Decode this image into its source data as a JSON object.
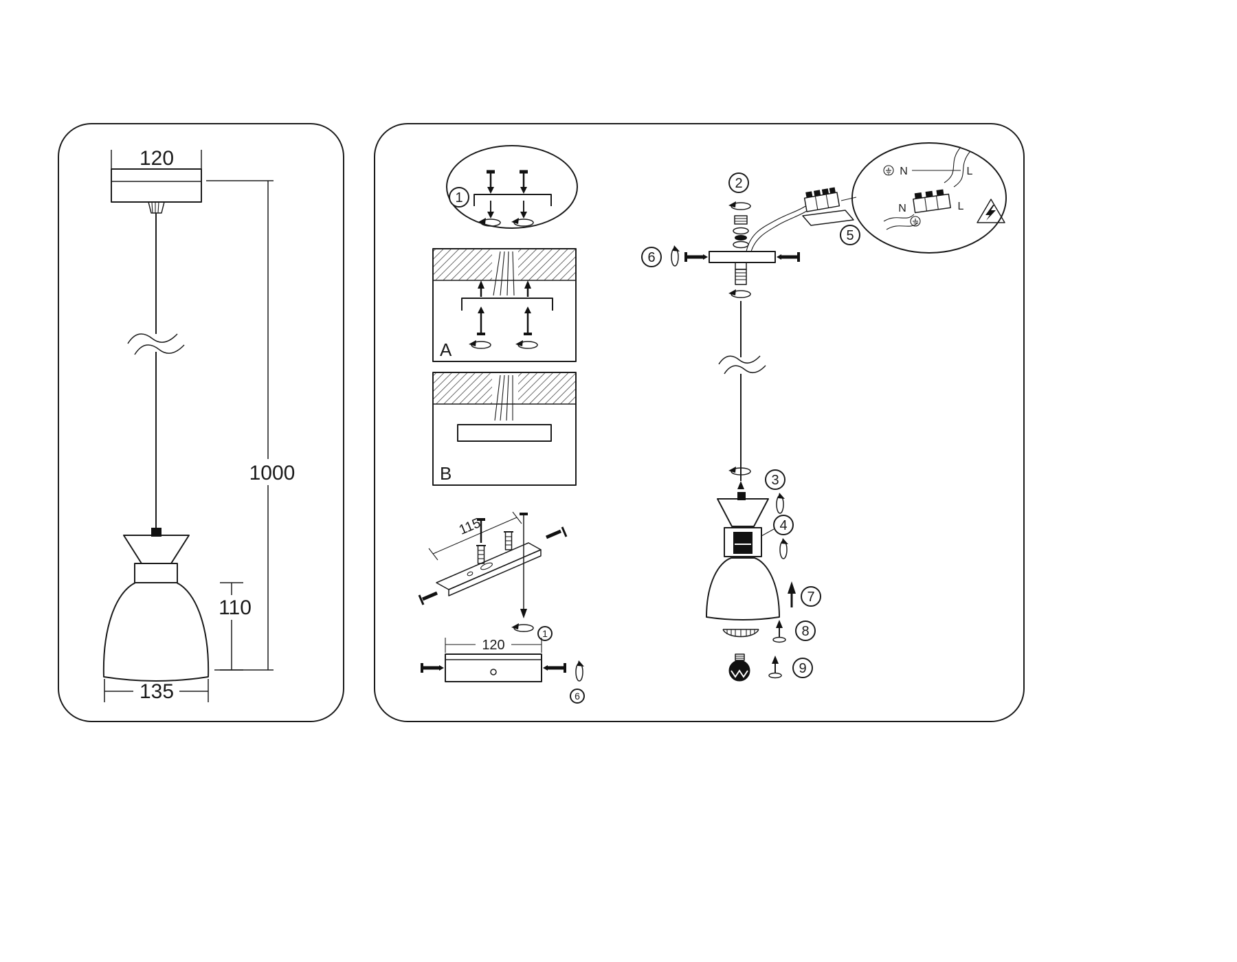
{
  "page": {
    "background": "#ffffff",
    "ink": "#1a1a1a"
  },
  "left_panel": {
    "dim_canopy_width": "120",
    "dim_suspension_length": "1000",
    "dim_shade_height": "110",
    "dim_shade_diameter": "135"
  },
  "right_panel": {
    "steps": {
      "s1": "1",
      "s2": "2",
      "s3": "3",
      "s4": "4",
      "s5": "5",
      "s6": "6",
      "s7": "7",
      "s8": "8",
      "s9": "9"
    },
    "mount_detail_a_label": "A",
    "mount_detail_b_label": "B",
    "dim_bracket_hole_spacing": "115",
    "dim_bracket_length": "120",
    "small_ref_screw": "1",
    "small_ref_rotate": "6",
    "wiring_detail": {
      "neutral_label_top": "N",
      "line_label_top": "L",
      "neutral_label_block": "N",
      "line_label_block": "L"
    }
  }
}
